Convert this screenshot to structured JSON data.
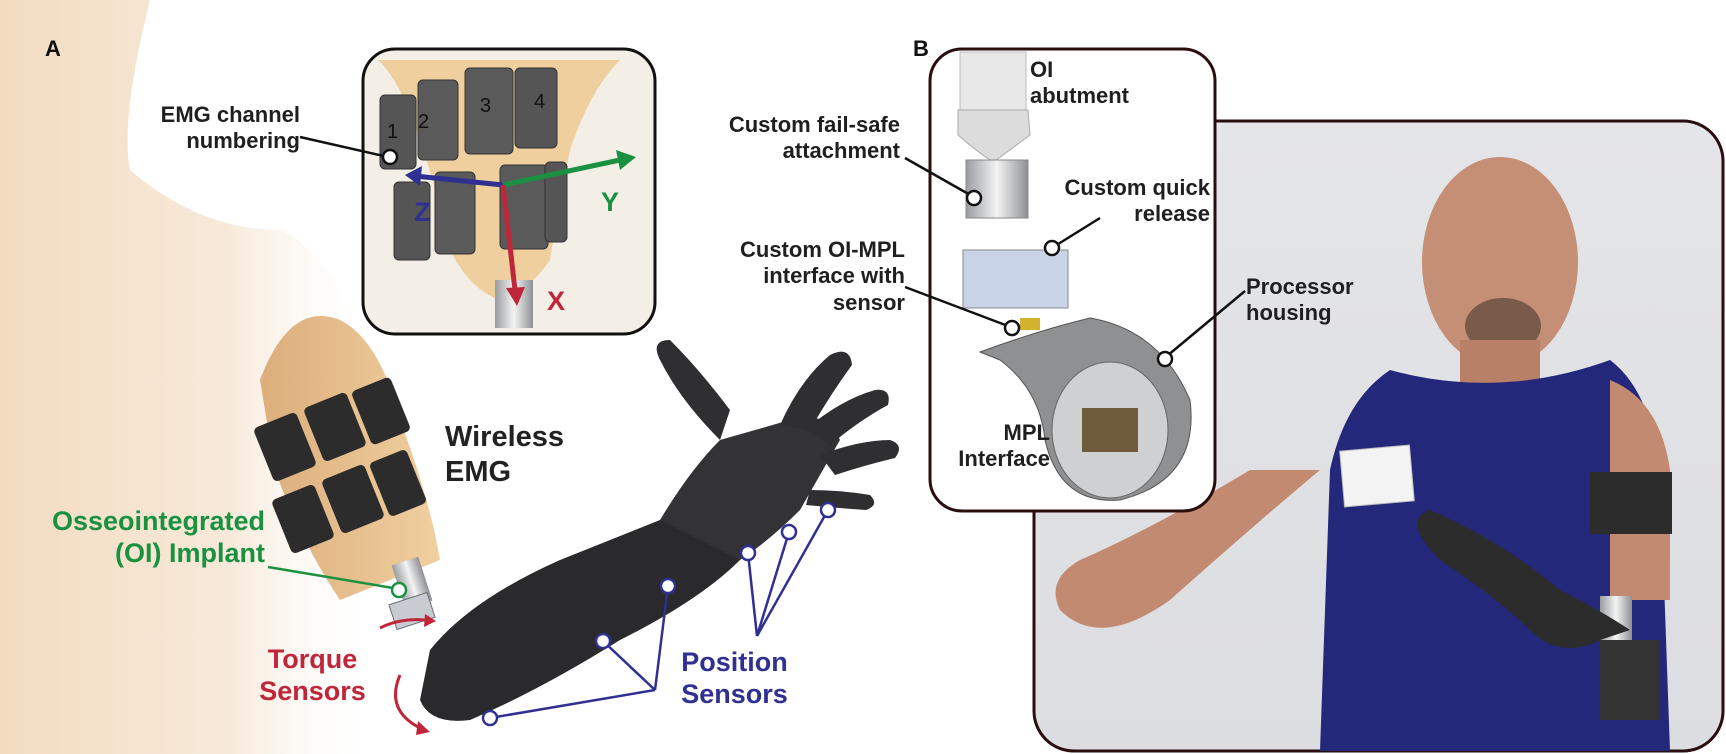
{
  "panels": {
    "a": {
      "letter": "A",
      "emg_numbering": "EMG channel\nnumbering",
      "channels": [
        "1",
        "2",
        "3",
        "4"
      ],
      "axes": {
        "z": "Z",
        "y": "Y",
        "x": "X"
      },
      "wireless_emg": "Wireless\nEMG",
      "oi_implant": "Osseointegrated\n(OI) Implant",
      "torque_sensors": "Torque\nSensors",
      "position_sensors": "Position\nSensors"
    },
    "b": {
      "letter": "B",
      "oi_abutment": "OI\nabutment",
      "failsafe": "Custom fail-safe\nattachment",
      "quick_release": "Custom quick\nrelease",
      "oi_mpl": "Custom OI-MPL\ninterface with\nsensor",
      "processor": "Processor\nhousing",
      "mpl_interface": "MPL\nInterface"
    }
  },
  "colors": {
    "green": "#1a9140",
    "red": "#c0263a",
    "blue": "#2f3091",
    "outline": "#2b0d10",
    "skin": "#eac495"
  }
}
